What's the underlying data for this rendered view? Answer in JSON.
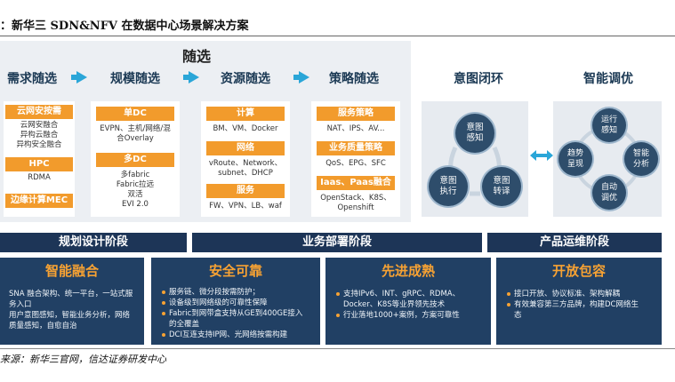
{
  "title": "：新华三 SDN&NFV 在数据中心场景解决方案",
  "screening": {
    "header": "随选",
    "stages": [
      "需求随选",
      "规模随选",
      "资源随选",
      "策略随选"
    ],
    "demand": {
      "groups": [
        {
          "tag": "云网安按需",
          "lines": [
            "云网安融合",
            "异构云融合",
            "异构安全融合"
          ]
        },
        {
          "tag": "HPC",
          "lines": [
            "RDMA"
          ]
        },
        {
          "tag": "边缘计算MEC",
          "lines": []
        }
      ]
    },
    "scale": {
      "groups": [
        {
          "tag": "单DC",
          "lines": [
            "EVPN、主机/网络/混",
            "合Overlay"
          ]
        },
        {
          "tag": "多DC",
          "lines": [
            "多fabric",
            "Fabric拉远",
            "双活",
            "EVI 2.0"
          ]
        }
      ]
    },
    "resource": {
      "groups": [
        {
          "tag": "计算",
          "lines": [
            "BM、VM、Docker"
          ]
        },
        {
          "tag": "网络",
          "lines": [
            "vRoute、Network、",
            "subnet、DHCP"
          ]
        },
        {
          "tag": "服务",
          "lines": [
            "FW、VPN、LB、waf"
          ]
        }
      ]
    },
    "policy": {
      "groups": [
        {
          "tag": "服务策略",
          "lines": [
            "NAT、IPS、AV..."
          ]
        },
        {
          "tag": "业务质量策略",
          "lines": [
            "QoS、EPG、SFC"
          ]
        },
        {
          "tag": "Iaas、Paas融合",
          "lines": [
            "OpenStack、K8S、",
            "Openshift"
          ]
        }
      ]
    }
  },
  "intent_loop": {
    "title": "意图闭环",
    "nodes": [
      "意图\n感知",
      "意图\n执行",
      "意图\n转译"
    ]
  },
  "smart_tuning": {
    "title": "智能调优",
    "nodes": [
      "运行\n感知",
      "趋势\n呈现",
      "智能\n分析",
      "自动\n调优"
    ]
  },
  "phases": [
    "规划设计阶段",
    "业务部署阶段",
    "产品运维阶段"
  ],
  "cards": [
    {
      "title": "智能融合",
      "lines": [
        "SNA 融合架构、统一平台，一站式服",
        "务入口",
        "用户意图感知，智能业务分析，网络",
        "质量感知，自愈自治"
      ]
    },
    {
      "title": "安全可靠",
      "lines": [
        "服务链、微分段按需防护；",
        "设备级到网络级的可靠性保障",
        "Fabric到网带盒支持从GE到400GE接入",
        "的全覆盖",
        "DCI互连支持IP网、光网络按需构建"
      ]
    },
    {
      "title": "先进成熟",
      "lines": [
        "支持IPv6、INT、gRPC、RDMA、",
        "Docker、K8S等业界领先技术",
        "行业落地1000+案例，方案可靠性"
      ]
    },
    {
      "title": "开放包容",
      "lines": [
        "接口开放、协议标准、架构解耦",
        "有效兼容第三方品牌，构建DC网络生",
        "态"
      ]
    }
  ],
  "source": "来源：新华三官网，信达证券研发中心",
  "colors": {
    "tag": "#f29b2c",
    "navy": "#1d3557",
    "accent": "#2aa6d8",
    "card_title": "#f7a233"
  }
}
